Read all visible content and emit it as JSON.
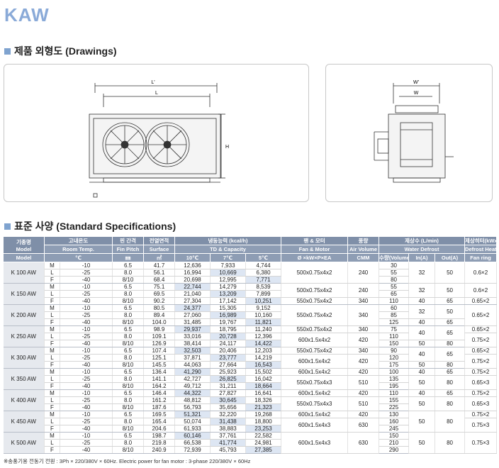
{
  "title": "KAW",
  "drawings_heading": "제품 외형도 (Drawings)",
  "specs_heading": "표준 사양 (Standard Specifications)",
  "drawing_labels": {
    "length_outer": "L'",
    "length_inner": "L",
    "height": "H",
    "width_outer": "W'",
    "width_inner": "W"
  },
  "colors": {
    "header_bg": "#7f8fa8",
    "accent": "#8aaad8",
    "highlight": "#dde6f3",
    "model_bg": "#e6e9ee"
  },
  "table": {
    "headers_ko": [
      "기종명",
      "고내온도",
      "핀 간격",
      "전열면적",
      "냉동능력 (kcal/h)",
      "팬 & 모터",
      "풍량",
      "제상수 (L/min)",
      "제상히터(kWx EA)"
    ],
    "headers_en": [
      "Model",
      "Room Temp.",
      "Fin Pitch",
      "Surface",
      "TD & Capacity",
      "Fan & Motor",
      "Air Volume",
      "Water Defrost",
      "Defrost Heater"
    ],
    "units": [
      "℃",
      "㎜",
      "㎡",
      "10℃",
      "7℃",
      "5℃",
      "Ø ×kW×P×EA",
      "CMM",
      "수량(Volume)",
      "In(A)",
      "Out(A)",
      "Fan ring"
    ],
    "models": [
      {
        "name": "K 100 AW",
        "rows": [
          {
            "cls": "M",
            "temp": "-10",
            "fin": "6.5",
            "surf": "41.7",
            "c10": "12,636",
            "c7": "7,933",
            "c5": "4,744",
            "vol": "30"
          },
          {
            "cls": "L",
            "temp": "-25",
            "fin": "8.0",
            "surf": "56.1",
            "c10": "16,994",
            "c7": "10,669",
            "c5": "6,380",
            "vol": "55"
          },
          {
            "cls": "F",
            "temp": "-40",
            "fin": "8/10",
            "surf": "68.4",
            "c10": "20,698",
            "c7": "12,995",
            "c5": "7,771",
            "vol": "80"
          }
        ],
        "fan": [
          {
            "text": "500x0.75x4x2",
            "span": 3
          }
        ],
        "air": [
          {
            "text": "240",
            "span": 3
          }
        ],
        "inA": [
          {
            "text": "32",
            "span": 3
          }
        ],
        "outA": [
          {
            "text": "50",
            "span": 3
          }
        ],
        "ring": [
          {
            "text": "0.6×2",
            "span": 3
          }
        ],
        "hl": [
          [
            "c7",
            1
          ],
          [
            "c5",
            2
          ]
        ]
      },
      {
        "name": "K 150 AW",
        "rows": [
          {
            "cls": "M",
            "temp": "-10",
            "fin": "6.5",
            "surf": "75.1",
            "c10": "22,744",
            "c7": "14,279",
            "c5": "8,539",
            "vol": "55"
          },
          {
            "cls": "L",
            "temp": "-25",
            "fin": "8.0",
            "surf": "69.5",
            "c10": "21,040",
            "c7": "13,209",
            "c5": "7,899",
            "vol": "65"
          },
          {
            "cls": "F",
            "temp": "-40",
            "fin": "8/10",
            "surf": "90.2",
            "c10": "27,304",
            "c7": "17,142",
            "c5": "10,251",
            "vol": "110"
          }
        ],
        "fan": [
          {
            "text": "500x0.75x4x2",
            "span": 2
          },
          {
            "text": "550x0.75x4x2",
            "span": 1
          }
        ],
        "air": [
          {
            "text": "240",
            "span": 2
          },
          {
            "text": "340",
            "span": 1
          }
        ],
        "inA": [
          {
            "text": "32",
            "span": 2
          },
          {
            "text": "40",
            "span": 1
          }
        ],
        "outA": [
          {
            "text": "50",
            "span": 2
          },
          {
            "text": "65",
            "span": 1
          }
        ],
        "ring": [
          {
            "text": "0.6×2",
            "span": 2
          },
          {
            "text": "0.65×2",
            "span": 1
          }
        ],
        "hl": [
          [
            "c10",
            0
          ],
          [
            "c7",
            1
          ],
          [
            "c5",
            2
          ]
        ]
      },
      {
        "name": "K 200 AW",
        "rows": [
          {
            "cls": "M",
            "temp": "-10",
            "fin": "6.5",
            "surf": "80.5",
            "c10": "24,377",
            "c7": "15,305",
            "c5": "9,152",
            "vol": "60"
          },
          {
            "cls": "L",
            "temp": "-25",
            "fin": "8.0",
            "surf": "89.4",
            "c10": "27,060",
            "c7": "16,989",
            "c5": "10,160",
            "vol": "85"
          },
          {
            "cls": "F",
            "temp": "-40",
            "fin": "8/10",
            "surf": "104.0",
            "c10": "31,485",
            "c7": "19,767",
            "c5": "11,821",
            "vol": "125"
          }
        ],
        "fan": [
          {
            "text": "550x0.75x4x2",
            "span": 3
          }
        ],
        "air": [
          {
            "text": "340",
            "span": 3
          }
        ],
        "inA": [
          {
            "text": "32",
            "span": 2
          },
          {
            "text": "40",
            "span": 1
          }
        ],
        "outA": [
          {
            "text": "50",
            "span": 2
          },
          {
            "text": "65",
            "span": 1
          }
        ],
        "ring": [
          {
            "text": "0.65×2",
            "span": 3
          }
        ],
        "hl": [
          [
            "c10",
            0
          ],
          [
            "c7",
            1
          ],
          [
            "c5",
            2
          ]
        ]
      },
      {
        "name": "K 250 AW",
        "rows": [
          {
            "cls": "M",
            "temp": "-10",
            "fin": "6.5",
            "surf": "98.9",
            "c10": "29,937",
            "c7": "18,795",
            "c5": "11,240",
            "vol": "75"
          },
          {
            "cls": "L",
            "temp": "-25",
            "fin": "8.0",
            "surf": "109.1",
            "c10": "33,016",
            "c7": "20,728",
            "c5": "12,396",
            "vol": "110"
          },
          {
            "cls": "F",
            "temp": "-40",
            "fin": "8/10",
            "surf": "126.9",
            "c10": "38,414",
            "c7": "24,117",
            "c5": "14,422",
            "vol": "150"
          }
        ],
        "fan": [
          {
            "text": "550x0.75x4x2",
            "span": 1
          },
          {
            "text": "600x1.5x4x2",
            "span": 2
          }
        ],
        "air": [
          {
            "text": "340",
            "span": 1
          },
          {
            "text": "420",
            "span": 2
          }
        ],
        "inA": [
          {
            "text": "40",
            "span": 2
          },
          {
            "text": "50",
            "span": 1
          }
        ],
        "outA": [
          {
            "text": "65",
            "span": 2
          },
          {
            "text": "80",
            "span": 1
          }
        ],
        "ring": [
          {
            "text": "0.65×2",
            "span": 1
          },
          {
            "text": "0.75×2",
            "span": 2
          }
        ],
        "hl": [
          [
            "c10",
            0
          ],
          [
            "c7",
            1
          ],
          [
            "c5",
            2
          ]
        ]
      },
      {
        "name": "K 300 AW",
        "rows": [
          {
            "cls": "M",
            "temp": "-10",
            "fin": "6.5",
            "surf": "107.4",
            "c10": "32,503",
            "c7": "20,406",
            "c5": "12,203",
            "vol": "90"
          },
          {
            "cls": "L",
            "temp": "-25",
            "fin": "8.0",
            "surf": "125.1",
            "c10": "37,871",
            "c7": "23,777",
            "c5": "14,219",
            "vol": "120"
          },
          {
            "cls": "F",
            "temp": "-40",
            "fin": "8/10",
            "surf": "145.5",
            "c10": "44,063",
            "c7": "27,664",
            "c5": "16,543",
            "vol": "175"
          }
        ],
        "fan": [
          {
            "text": "550x0.75x4x2",
            "span": 1
          },
          {
            "text": "600x1.5x4x2",
            "span": 2
          }
        ],
        "air": [
          {
            "text": "340",
            "span": 1
          },
          {
            "text": "420",
            "span": 2
          }
        ],
        "inA": [
          {
            "text": "40",
            "span": 2
          },
          {
            "text": "50",
            "span": 1
          }
        ],
        "outA": [
          {
            "text": "65",
            "span": 2
          },
          {
            "text": "80",
            "span": 1
          }
        ],
        "ring": [
          {
            "text": "0.65×2",
            "span": 1
          },
          {
            "text": "0.75×2",
            "span": 2
          }
        ],
        "hl": [
          [
            "c10",
            0
          ],
          [
            "c7",
            1
          ],
          [
            "c5",
            2
          ]
        ]
      },
      {
        "name": "K 350 AW",
        "rows": [
          {
            "cls": "M",
            "temp": "-10",
            "fin": "6.5",
            "surf": "136.4",
            "c10": "41,290",
            "c7": "25,923",
            "c5": "15,502",
            "vol": "100"
          },
          {
            "cls": "L",
            "temp": "-25",
            "fin": "8.0",
            "surf": "141.1",
            "c10": "42,727",
            "c7": "26,825",
            "c5": "16,042",
            "vol": "135"
          },
          {
            "cls": "F",
            "temp": "-40",
            "fin": "8/10",
            "surf": "164.2",
            "c10": "49,712",
            "c7": "31,211",
            "c5": "18,664",
            "vol": "195"
          }
        ],
        "fan": [
          {
            "text": "600x1.5x4x2",
            "span": 1
          },
          {
            "text": "550x0.75x4x3",
            "span": 2
          }
        ],
        "air": [
          {
            "text": "420",
            "span": 1
          },
          {
            "text": "510",
            "span": 2
          }
        ],
        "inA": [
          {
            "text": "40",
            "span": 1
          },
          {
            "text": "50",
            "span": 2
          }
        ],
        "outA": [
          {
            "text": "65",
            "span": 1
          },
          {
            "text": "80",
            "span": 2
          }
        ],
        "ring": [
          {
            "text": "0.75×2",
            "span": 1
          },
          {
            "text": "0.65×3",
            "span": 2
          }
        ],
        "hl": [
          [
            "c10",
            0
          ],
          [
            "c7",
            1
          ],
          [
            "c5",
            2
          ]
        ]
      },
      {
        "name": "K 400 AW",
        "rows": [
          {
            "cls": "M",
            "temp": "-10",
            "fin": "6.5",
            "surf": "146.4",
            "c10": "44,322",
            "c7": "27,827",
            "c5": "16,641",
            "vol": "110"
          },
          {
            "cls": "L",
            "temp": "-25",
            "fin": "8.0",
            "surf": "161.2",
            "c10": "48,812",
            "c7": "30,645",
            "c5": "18,326",
            "vol": "155"
          },
          {
            "cls": "F",
            "temp": "-40",
            "fin": "8/10",
            "surf": "187.6",
            "c10": "56,793",
            "c7": "35,656",
            "c5": "21,323",
            "vol": "225"
          }
        ],
        "fan": [
          {
            "text": "600x1.5x4x2",
            "span": 1
          },
          {
            "text": "550x0.75x4x3",
            "span": 2
          }
        ],
        "air": [
          {
            "text": "420",
            "span": 1
          },
          {
            "text": "510",
            "span": 2
          }
        ],
        "inA": [
          {
            "text": "40",
            "span": 1
          },
          {
            "text": "50",
            "span": 2
          }
        ],
        "outA": [
          {
            "text": "65",
            "span": 1
          },
          {
            "text": "80",
            "span": 2
          }
        ],
        "ring": [
          {
            "text": "0.75×2",
            "span": 1
          },
          {
            "text": "0.65×3",
            "span": 2
          }
        ],
        "hl": [
          [
            "c10",
            0
          ],
          [
            "c7",
            1
          ],
          [
            "c5",
            2
          ]
        ]
      },
      {
        "name": "K 450 AW",
        "rows": [
          {
            "cls": "M",
            "temp": "-10",
            "fin": "6.5",
            "surf": "169.5",
            "c10": "51,321",
            "c7": "32,220",
            "c5": "19,268",
            "vol": "130"
          },
          {
            "cls": "L",
            "temp": "-25",
            "fin": "8.0",
            "surf": "165.4",
            "c10": "50,074",
            "c7": "31,438",
            "c5": "18,800",
            "vol": "160"
          },
          {
            "cls": "F",
            "temp": "-40",
            "fin": "8/10",
            "surf": "204.6",
            "c10": "61,933",
            "c7": "38,883",
            "c5": "23,253",
            "vol": "245"
          }
        ],
        "fan": [
          {
            "text": "600x1.5x4x2",
            "span": 1
          },
          {
            "text": "600x1.5x4x3",
            "span": 2
          }
        ],
        "air": [
          {
            "text": "420",
            "span": 1
          },
          {
            "text": "630",
            "span": 2
          }
        ],
        "inA": [
          {
            "text": "50",
            "span": 3
          }
        ],
        "outA": [
          {
            "text": "80",
            "span": 3
          }
        ],
        "ring": [
          {
            "text": "0.75×2",
            "span": 1
          },
          {
            "text": "0.75×3",
            "span": 2
          }
        ],
        "hl": [
          [
            "c10",
            0
          ],
          [
            "c7",
            1
          ],
          [
            "c5",
            2
          ]
        ]
      },
      {
        "name": "K 500 AW",
        "rows": [
          {
            "cls": "M",
            "temp": "-10",
            "fin": "6.5",
            "surf": "198.7",
            "c10": "60,146",
            "c7": "37,761",
            "c5": "22,582",
            "vol": "150"
          },
          {
            "cls": "L",
            "temp": "-25",
            "fin": "8.0",
            "surf": "219.8",
            "c10": "66,538",
            "c7": "41,774",
            "c5": "24,981",
            "vol": "210"
          },
          {
            "cls": "F",
            "temp": "-40",
            "fin": "8/10",
            "surf": "240.9",
            "c10": "72,939",
            "c7": "45,793",
            "c5": "27,385",
            "vol": "290"
          }
        ],
        "fan": [
          {
            "text": "600x1.5x4x3",
            "span": 3
          }
        ],
        "air": [
          {
            "text": "630",
            "span": 3
          }
        ],
        "inA": [
          {
            "text": "50",
            "span": 3
          }
        ],
        "outA": [
          {
            "text": "80",
            "span": 3
          }
        ],
        "ring": [
          {
            "text": "0.75×3",
            "span": 3
          }
        ],
        "hl": [
          [
            "c10",
            0
          ],
          [
            "c7",
            1
          ],
          [
            "c5",
            2
          ]
        ]
      }
    ]
  },
  "note": "※송풍기용 전동기 전원 : 3Ph × 220/380V × 60Hz. Electric power for fan motor : 3-phase 220/380V × 60Hz"
}
